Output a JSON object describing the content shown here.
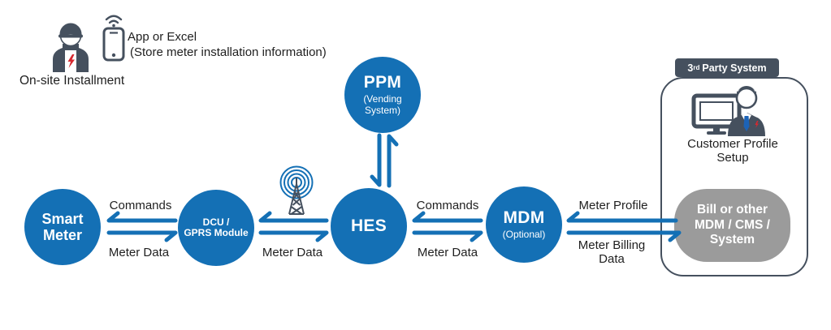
{
  "colors": {
    "blue": "#1470B5",
    "slate": "#45505E",
    "gray": "#9B9B9B",
    "red": "#D7282F",
    "text": "#1F1F1F"
  },
  "onsite_section": {
    "caption": "On-site Installment",
    "app_title": "App or Excel",
    "app_note": "(Store meter installation information)"
  },
  "icons": {
    "worker": "installer-worker-icon",
    "smartphone": "smartphone-wifi-icon",
    "antenna": "radio-antenna-icon",
    "monitor_person": "operator-at-computer-icon"
  },
  "nodes": {
    "smart_meter": {
      "line1": "Smart",
      "line2": "Meter"
    },
    "dcu": {
      "line1": "DCU /",
      "line2": "GPRS Module"
    },
    "hes": {
      "label": "HES"
    },
    "ppm": {
      "label": "PPM",
      "sub_line1": "(Vending",
      "sub_line2": "System)"
    },
    "mdm": {
      "label": "MDM",
      "sub": "(Optional)"
    }
  },
  "flows": {
    "meter_dcu": {
      "top": "Commands",
      "bottom": "Meter Data"
    },
    "dcu_hes": {
      "bottom": "Meter Data"
    },
    "hes_mdm": {
      "top": "Commands",
      "bottom": "Meter Data"
    },
    "mdm_third_party": {
      "top": "Meter Profile",
      "bottom": "Meter Billing Data"
    }
  },
  "third_party": {
    "header": {
      "num": "3",
      "ordinal": "rd",
      "rest": "Party System"
    },
    "customer_profile_line1": "Customer Profile",
    "customer_profile_line2": "Setup",
    "gray_box": {
      "line1": "Bill or other",
      "line2": "MDM / CMS /",
      "line3": "System"
    }
  }
}
